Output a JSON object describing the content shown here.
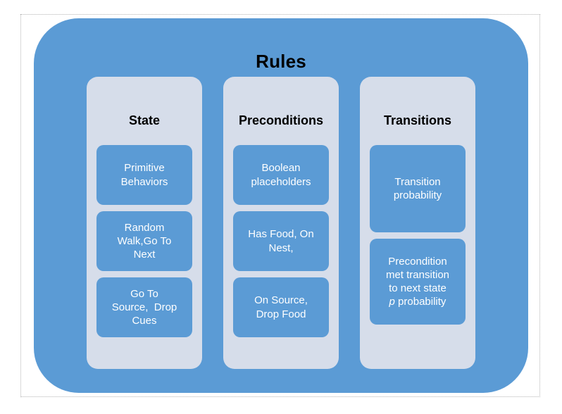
{
  "diagram": {
    "title": "Rules",
    "colors": {
      "panel_blue": "#5B9BD5",
      "column_bg": "#D6DDEA",
      "card_blue": "#5B9BD5",
      "card_text": "#FFFFFF",
      "title_text": "#000000",
      "frame_border": "#B4B4B4"
    },
    "columns": [
      {
        "header": "State",
        "cards": [
          {
            "text": "Primitive\nBehaviors"
          },
          {
            "text": "Random\nWalk,Go To\nNext"
          },
          {
            "text": "Go To\nSource,  Drop\nCues"
          }
        ]
      },
      {
        "header": "Preconditions",
        "cards": [
          {
            "text": "Boolean\nplaceholders"
          },
          {
            "text": "Has Food, On\nNest,"
          },
          {
            "text": "On Source,\nDrop Food"
          }
        ]
      },
      {
        "header": "Transitions",
        "cards": [
          {
            "text": "Transition\nprobability"
          },
          {
            "text_pre": "Precondition\nmet transition\nto next state\n",
            "text_italic": "p",
            "text_post": " probability"
          }
        ]
      }
    ]
  }
}
